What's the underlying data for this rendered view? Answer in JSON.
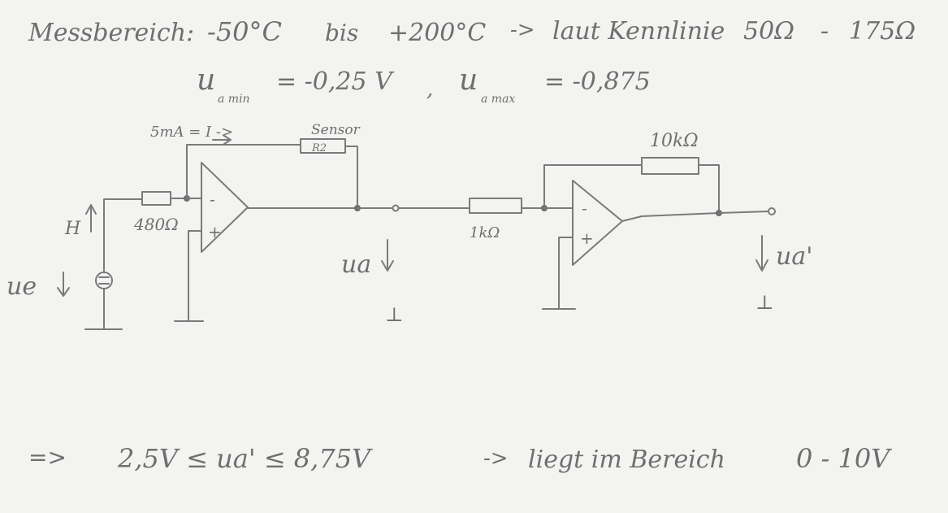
{
  "header": {
    "range_label": "Messbereich:",
    "temp_min": "-50°C",
    "temp_word": "bis",
    "temp_max": "+200°C",
    "arrow": "->",
    "curve_text": "laut Kennlinie",
    "res_min": "50Ω",
    "res_dash": "-",
    "res_max": "175Ω"
  },
  "voltages": {
    "ua_min_sym": "u",
    "ua_min_sub": "a min",
    "ua_min_val": "= -0,25 V",
    "sep": ",",
    "ua_max_sym": "u",
    "ua_max_sub": "a max",
    "ua_max_val": "= -0,875"
  },
  "circuit": {
    "current_label": "5mA = I ->",
    "sensor_label": "Sensor",
    "sensor_part": "R2",
    "input_resistor": "480Ω",
    "mid_resistor": "1kΩ",
    "feedback_resistor": "10kΩ",
    "node_h": "H",
    "ue_label": "ue",
    "ua_label": "ua",
    "ua_prime_label": "ua'",
    "ground_symbol": "⊥",
    "opamp_minus": "-",
    "opamp_plus": "+"
  },
  "conclusion": {
    "implies": "=>",
    "range": "2,5V ≤ ua' ≤ 8,75V",
    "arrow": "->",
    "text": "liegt im Bereich",
    "target": "0 - 10V"
  }
}
